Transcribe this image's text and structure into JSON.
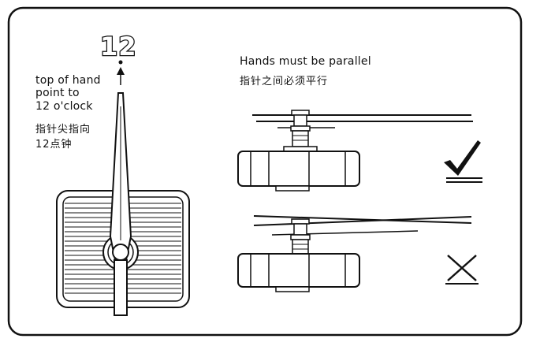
{
  "left_panel": {
    "dial_number": "12",
    "instruction_en_lines": [
      "top of hand",
      "point to",
      "12 o'clock"
    ],
    "instruction_zh_lines": [
      "指针尖指向",
      "12点钟"
    ]
  },
  "right_panel": {
    "heading_en": "Hands must be parallel",
    "heading_zh": "指针之间必须平行",
    "correct_mark": "check-icon",
    "incorrect_mark": "cross-icon"
  },
  "colors": {
    "line": "#111111",
    "background": "#ffffff"
  }
}
